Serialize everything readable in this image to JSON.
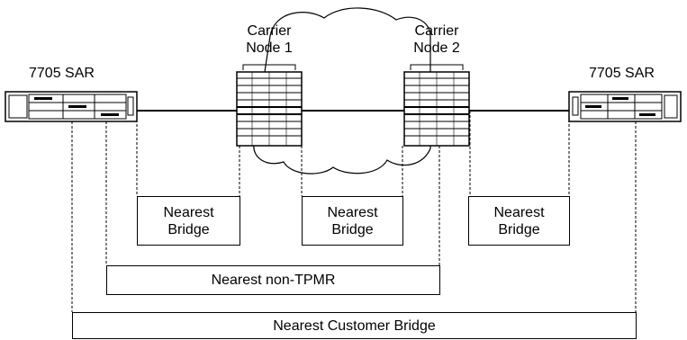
{
  "devices": {
    "left_sar": "7705 SAR",
    "right_sar": "7705 SAR",
    "carrier1": [
      "Carrier",
      "Node 1"
    ],
    "carrier2": [
      "Carrier",
      "Node 2"
    ]
  },
  "scopes": {
    "nearest_bridge_left": [
      "Nearest",
      "Bridge"
    ],
    "nearest_bridge_mid": [
      "Nearest",
      "Bridge"
    ],
    "nearest_bridge_right": [
      "Nearest",
      "Bridge"
    ],
    "nearest_non_tpmr": "Nearest non-TPMR",
    "nearest_customer_bridge": "Nearest Customer Bridge"
  }
}
